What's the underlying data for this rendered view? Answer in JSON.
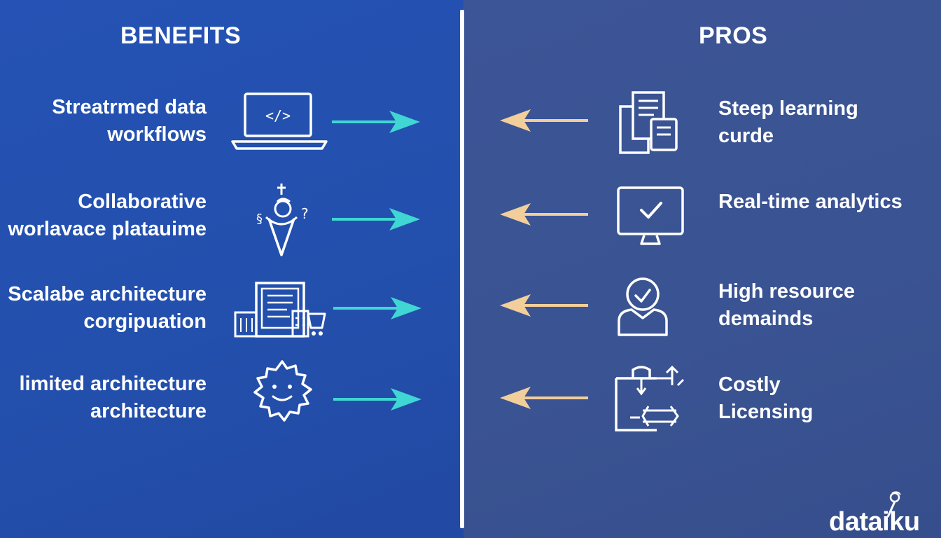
{
  "benefits": {
    "title": "BENEFITS",
    "items": [
      {
        "line1": "Streatrmed data",
        "line2": "workflows",
        "icon": "laptop-code-icon"
      },
      {
        "line1": "Collaborative",
        "line2": "worlavace platauime",
        "icon": "collaboration-cone-icon"
      },
      {
        "line1": "Scalabe architecture",
        "line2": "corgipuation",
        "icon": "buildings-icon"
      },
      {
        "line1": "limited architecture",
        "line2": "architecture",
        "icon": "gear-face-icon"
      }
    ],
    "arrow_color": "#3fd6d3"
  },
  "pros": {
    "title": "PROS",
    "items": [
      {
        "line1": "Steep learning",
        "line2": "curde",
        "icon": "documents-icon"
      },
      {
        "line1": "Real-time analytics",
        "line2": "",
        "icon": "monitor-check-icon"
      },
      {
        "line1": "High resource",
        "line2": "demainds",
        "icon": "user-check-icon"
      },
      {
        "line1": "Costly",
        "line2": "Licensing",
        "icon": "license-flow-icon"
      }
    ],
    "arrow_color": "#f2cf9a"
  },
  "logo": {
    "text": "dataiku",
    "icon": "dataiku-logo-icon"
  },
  "colors": {
    "left_bg": "#2552b4",
    "right_bg": "#3c5596",
    "text": "#ffffff"
  }
}
